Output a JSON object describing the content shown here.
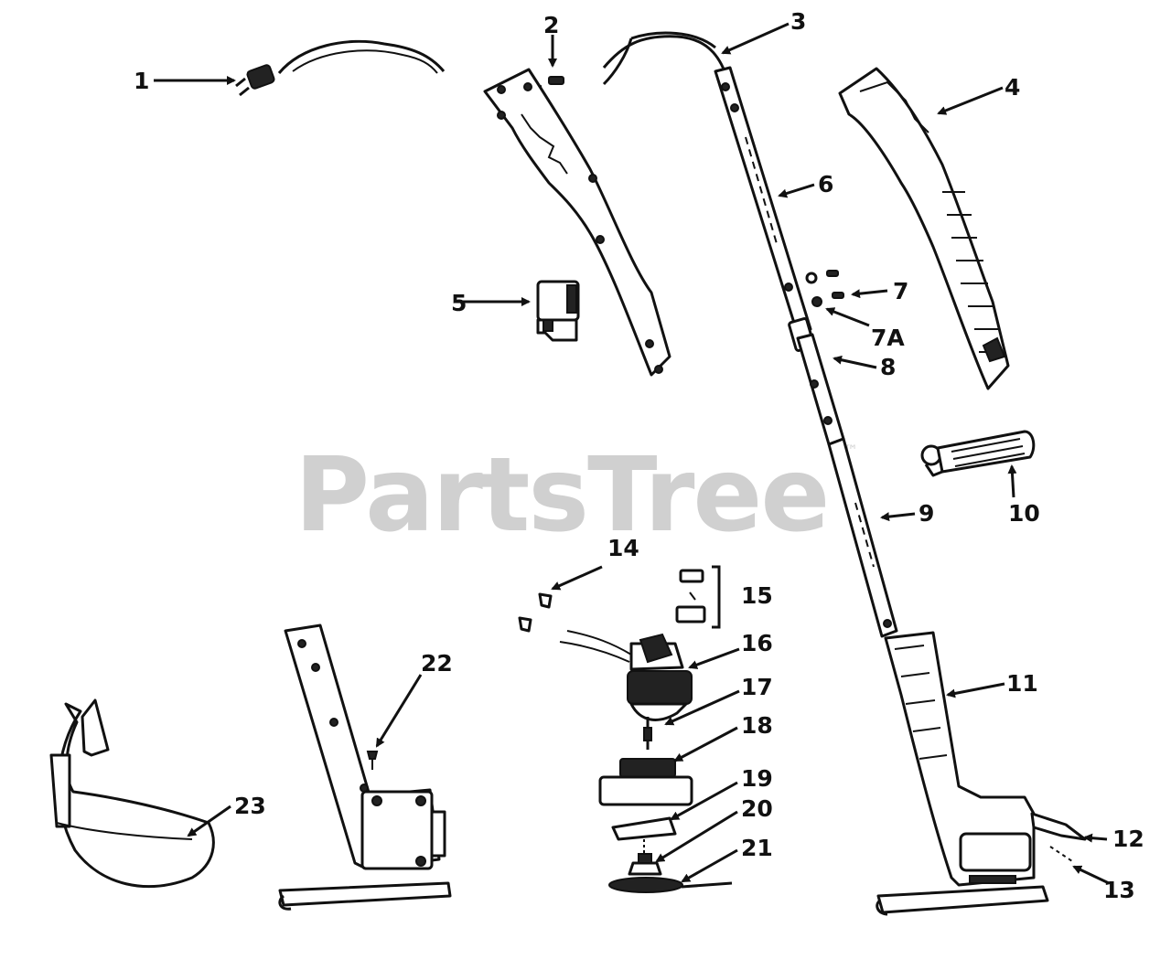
{
  "watermark": {
    "text": "PartsTree",
    "trademark": "™"
  },
  "callouts": [
    {
      "id": "c1",
      "label": "1"
    },
    {
      "id": "c2",
      "label": "2"
    },
    {
      "id": "c3",
      "label": "3"
    },
    {
      "id": "c4",
      "label": "4"
    },
    {
      "id": "c5",
      "label": "5"
    },
    {
      "id": "c6",
      "label": "6"
    },
    {
      "id": "c7",
      "label": "7"
    },
    {
      "id": "c7a",
      "label": "7A"
    },
    {
      "id": "c8",
      "label": "8"
    },
    {
      "id": "c9",
      "label": "9"
    },
    {
      "id": "c10",
      "label": "10"
    },
    {
      "id": "c11",
      "label": "11"
    },
    {
      "id": "c12",
      "label": "12"
    },
    {
      "id": "c13",
      "label": "13"
    },
    {
      "id": "c14",
      "label": "14"
    },
    {
      "id": "c15",
      "label": "15"
    },
    {
      "id": "c16",
      "label": "16"
    },
    {
      "id": "c17",
      "label": "17"
    },
    {
      "id": "c18",
      "label": "18"
    },
    {
      "id": "c19",
      "label": "19"
    },
    {
      "id": "c20",
      "label": "20"
    },
    {
      "id": "c21",
      "label": "21"
    },
    {
      "id": "c22",
      "label": "22"
    },
    {
      "id": "c23",
      "label": "23"
    }
  ]
}
